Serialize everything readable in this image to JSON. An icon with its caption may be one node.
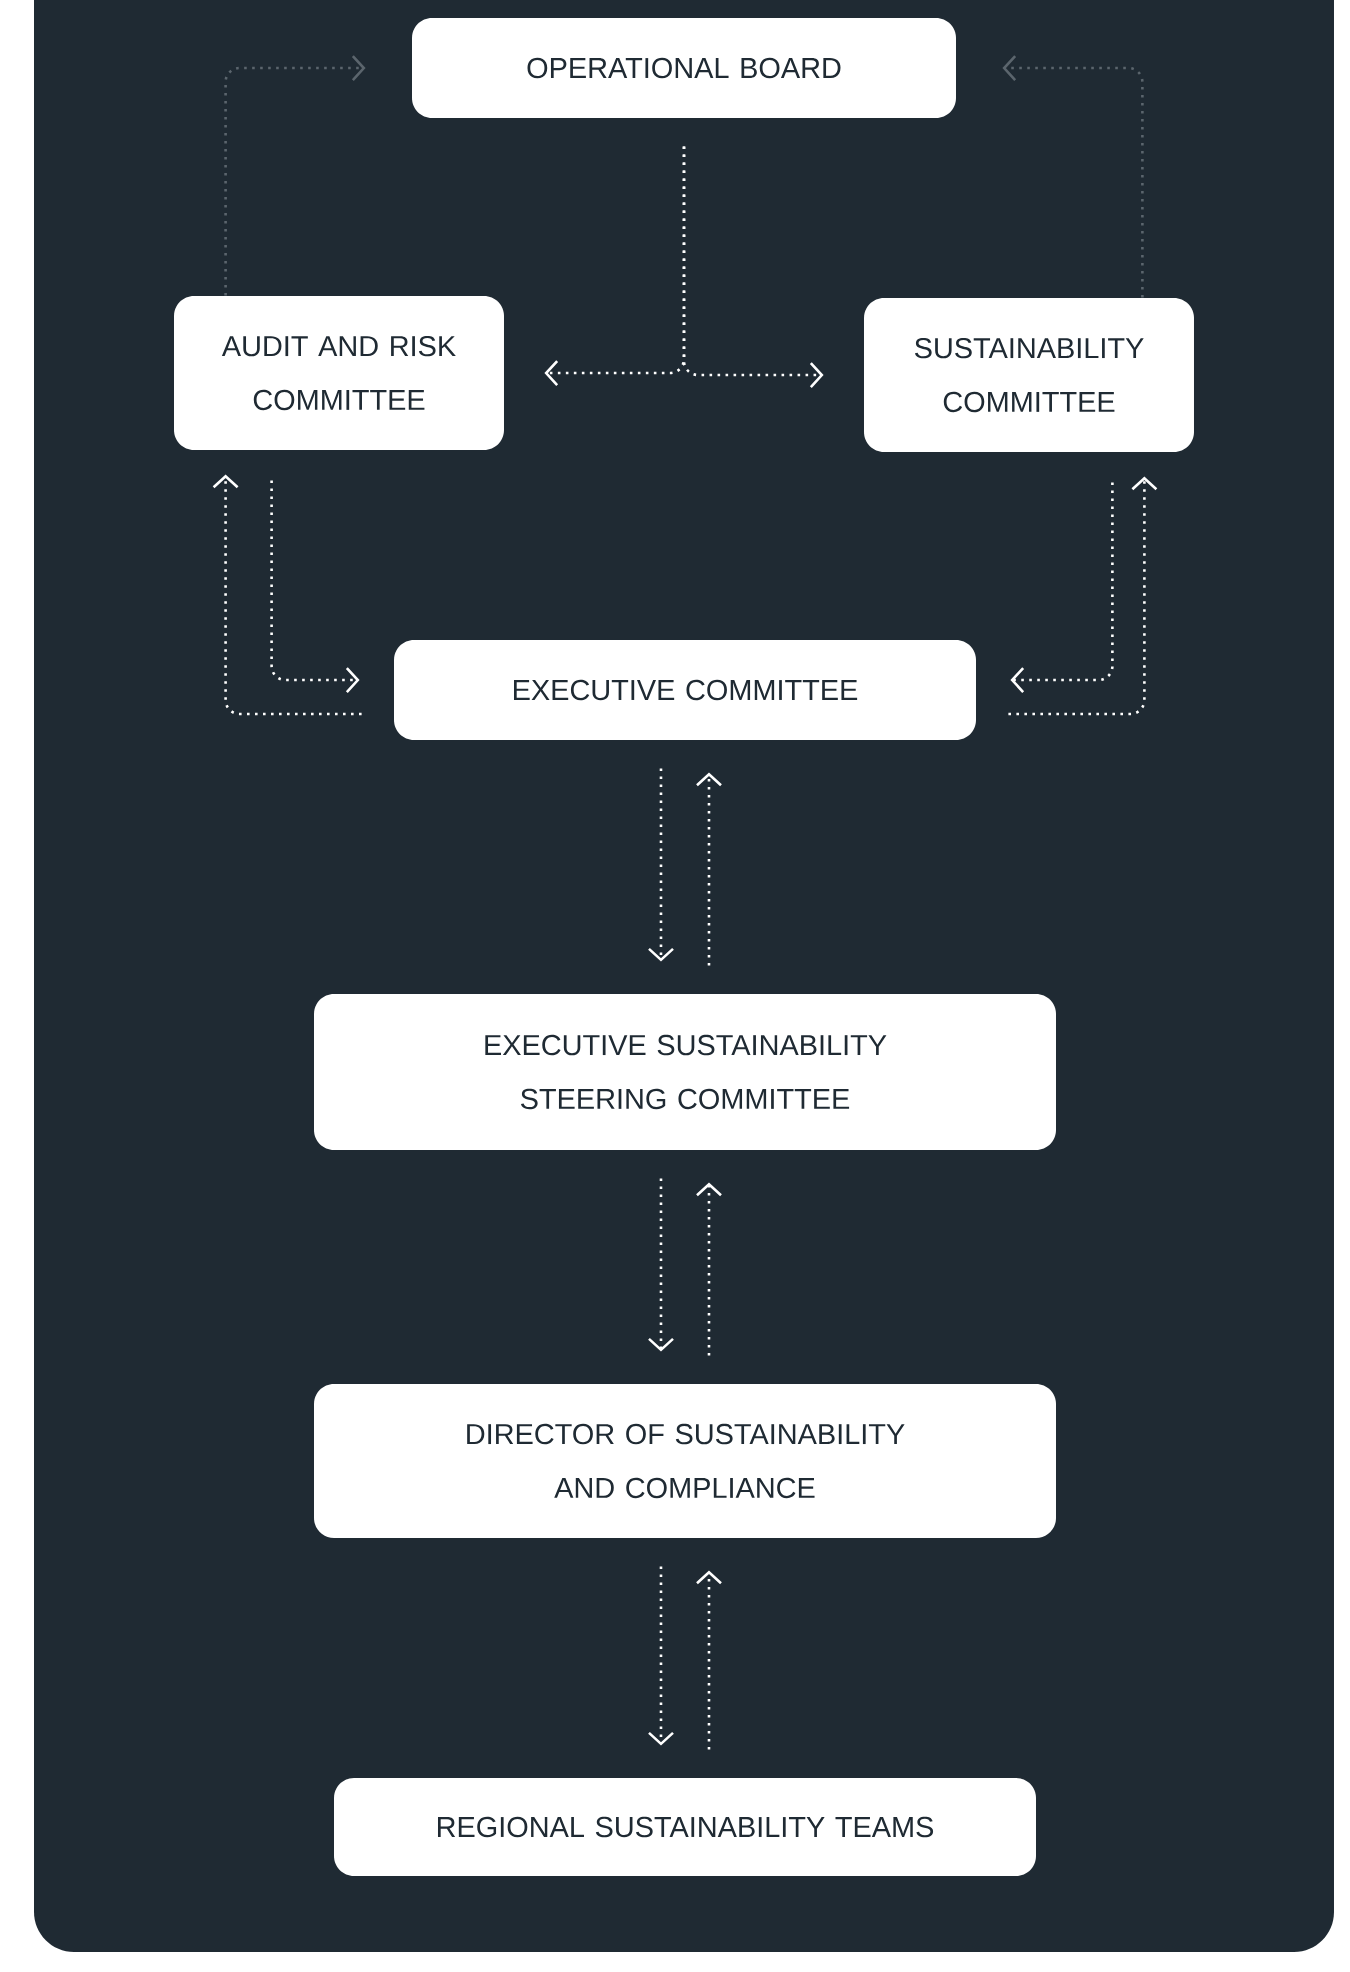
{
  "diagram": {
    "nodes": [
      {
        "text": [
          "OPERATIONAL BOARD"
        ]
      },
      {
        "text": [
          "AUDIT AND RISK COMMITTEE"
        ]
      },
      {
        "text": [
          "SUSTAINABILITY COMMITTEE"
        ]
      },
      {
        "text": [
          "EXECUTIVE COMMITTEE"
        ]
      },
      {
        "text": [
          "EXECUTIVE SUSTAINABILITY STEERING COMMITTEE"
        ]
      },
      {
        "text": [
          "DIRECTOR OF SUSTAINABILITY AND COMPLIANCE"
        ]
      },
      {
        "text": [
          "REGIONAL SUSTAINABILITY TEAMS"
        ]
      }
    ],
    "edges": [
      {
        "from": 1,
        "to": 0,
        "arrow": "to",
        "color": "#5b656d"
      },
      {
        "from": 2,
        "to": 0,
        "arrow": "to",
        "color": "#5b656d"
      },
      {
        "from": 0,
        "to": 1,
        "arrow": "to"
      },
      {
        "from": 0,
        "to": 2,
        "arrow": "to"
      },
      {
        "from": 1,
        "to": 3,
        "arrow": "to"
      },
      {
        "from": 3,
        "to": 1,
        "arrow": "to"
      },
      {
        "from": 2,
        "to": 3,
        "arrow": "to"
      },
      {
        "from": 3,
        "to": 2,
        "arrow": "to"
      },
      {
        "from": 3,
        "to": 4,
        "arrow": "to"
      },
      {
        "from": 4,
        "to": 3,
        "arrow": "to"
      },
      {
        "from": 4,
        "to": 5,
        "arrow": "to"
      },
      {
        "from": 5,
        "to": 4,
        "arrow": "to"
      },
      {
        "from": 5,
        "to": 6,
        "arrow": "to"
      },
      {
        "from": 6,
        "to": 5,
        "arrow": "to"
      }
    ]
  }
}
